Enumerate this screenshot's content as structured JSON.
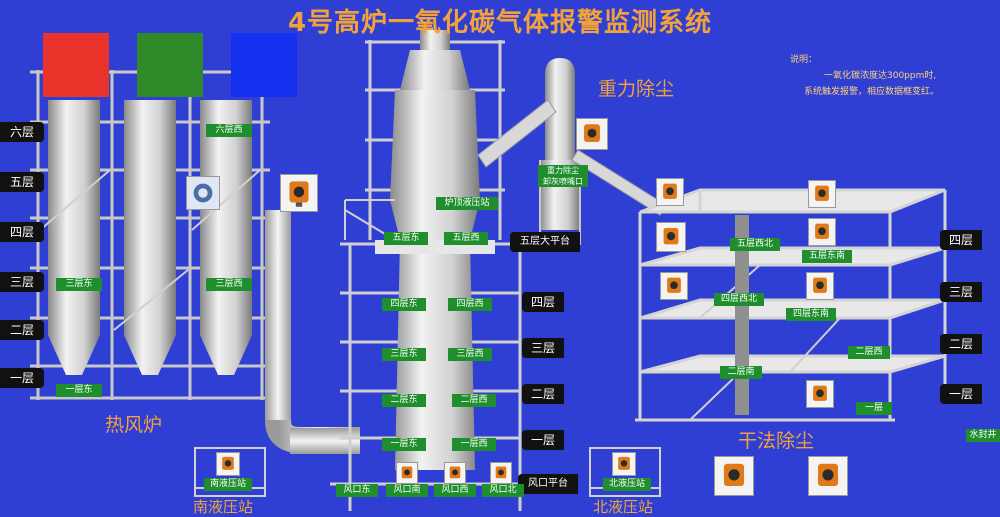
{
  "title": "4号高炉一氧化碳气体报警监测系统",
  "legend": {
    "red": "#e8322a",
    "green": "#2f8a2a",
    "blue": "#1430f0"
  },
  "note": {
    "heading": "说明：",
    "line1": "一氧化碳浓度达300ppm时,",
    "line2": "系统触发报警，相应数据框变红。"
  },
  "sections": {
    "hot_blast_stove": "热风炉",
    "gravity_dust": "重力除尘",
    "dry_dust": "干法除尘",
    "south_hydraulic": "南液压站",
    "north_hydraulic": "北液压站"
  },
  "left_floors": [
    "六层",
    "五层",
    "四层",
    "三层",
    "二层",
    "一层"
  ],
  "furnace_floors": [
    "四层",
    "三层",
    "二层",
    "一层"
  ],
  "furnace_platforms": {
    "fifth": "五层大平台",
    "tuyere": "风口平台"
  },
  "dry_floors": [
    "四层",
    "三层",
    "二层",
    "一层"
  ],
  "labels": {
    "stove_6w": "六层西",
    "stove_3e": "三层东",
    "stove_3w": "三层西",
    "stove_1e": "一层东",
    "furnace_hydraulic": "炉顶液压站",
    "f5e": "五层东",
    "f5w": "五层西",
    "f4e": "四层东",
    "f4w": "四层西",
    "f3e": "三层东",
    "f3w": "三层西",
    "f2e": "二层东",
    "f2w": "二层西",
    "f1e": "一层东",
    "f1w": "一层西",
    "t_e": "风口东",
    "t_n": "风口南",
    "t_w": "风口西",
    "t_n2": "风口北",
    "gravity_line1": "重力除尘",
    "gravity_line2": "卸灰喷嘴口",
    "d5w": "五层西北",
    "d5e": "五层东南",
    "d4w": "四层西北",
    "d4e": "四层东南",
    "d2w": "二层西",
    "d2s": "二层南",
    "d1": "一层",
    "south_station": "南液压站",
    "north_station": "北液压站",
    "water_seal": "水封井"
  }
}
